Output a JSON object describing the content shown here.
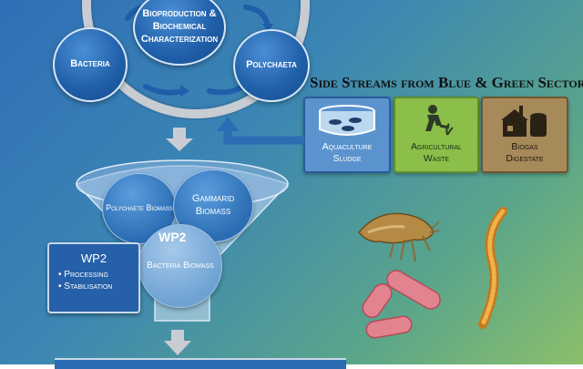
{
  "cycle": {
    "top_node": "Bioproduction & Biochemical Characterization",
    "left_node": "Bacteria",
    "right_node": "Polychaeta"
  },
  "side_streams": {
    "title": "Side Streams from Blue & Green Sectors",
    "items": [
      {
        "label": "Aquaculture Sludge",
        "icon": "fish-tank-icon",
        "color": "#5b93cf"
      },
      {
        "label": "Agricultural Waste",
        "icon": "farmer-planting-icon",
        "color": "#8bbf4a"
      },
      {
        "label": "Biogas Digestate",
        "icon": "biogas-plant-icon",
        "color": "#a78a5a"
      }
    ]
  },
  "funnel": {
    "label": "WP2",
    "bubbles": [
      "Polychaete Biomass",
      "Gammarid Biomass",
      "Bacteria Biomass"
    ]
  },
  "wp2_box": {
    "title": "WP2",
    "items": [
      "Processing",
      "Stabilisation"
    ]
  },
  "colors": {
    "background_start": "#2f6fb6",
    "background_end": "#8bbf6a",
    "node_blue": "#1f5ea8"
  }
}
